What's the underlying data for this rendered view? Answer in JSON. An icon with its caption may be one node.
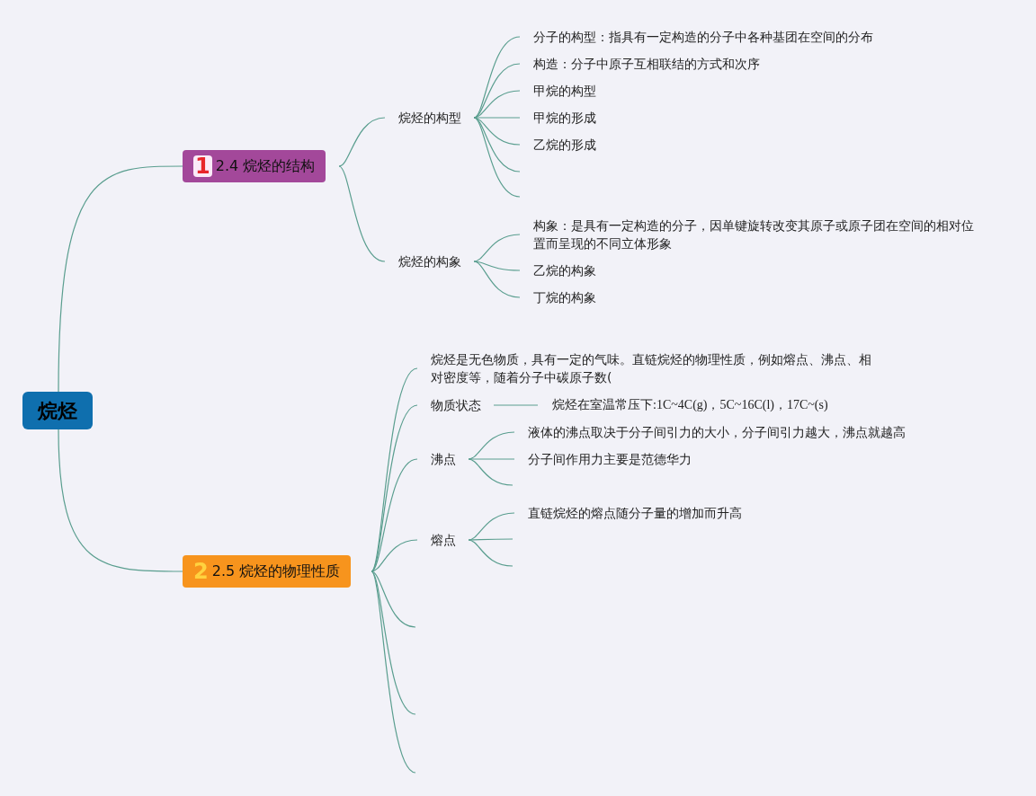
{
  "diagram": {
    "nodes": [
      {
        "text": [
          "烷烃"
        ]
      },
      {
        "text": [
          "1",
          "2.4 烷烃的结构"
        ]
      },
      {
        "text": [
          "烷烃的构型"
        ]
      },
      {
        "text": [
          "分子的构型：指具有一定构造的分子中各种基团在空间的分布"
        ]
      },
      {
        "text": [
          "构造：分子中原子互相联结的方式和次序"
        ]
      },
      {
        "text": [
          "甲烷的构型"
        ]
      },
      {
        "text": [
          "甲烷的形成"
        ]
      },
      {
        "text": [
          "乙烷的形成"
        ]
      },
      {
        "text": [
          "烷烃的构象"
        ]
      },
      {
        "text": [
          "构象：是具有一定构造的分子，因单键旋转改变其原子或原子团在空间的相对位置而呈现的不同立体形象"
        ]
      },
      {
        "text": [
          "乙烷的构象"
        ]
      },
      {
        "text": [
          "丁烷的构象"
        ]
      },
      {
        "text": [
          "2",
          "2.5 烷烃的物理性质"
        ]
      },
      {
        "text": [
          "烷烃是无色物质，具有一定的气味。直链烷烃的物理性质，例如熔点、沸点、相对密度等，随着分子中碳原子数("
        ]
      },
      {
        "text": [
          "物质状态"
        ]
      },
      {
        "text": [
          "烷烃在室温常压下:1C~4C(g)，5C~16C(l)，17C~(s)"
        ]
      },
      {
        "text": [
          "沸点"
        ]
      },
      {
        "text": [
          "液体的沸点取决于分子间引力的大小，分子间引力越大，沸点就越高"
        ]
      },
      {
        "text": [
          "分子间作用力主要是范德华力"
        ]
      },
      {
        "text": [
          "熔点"
        ]
      },
      {
        "text": [
          "直链烷烃的熔点随分子量的增加而升高"
        ]
      }
    ],
    "edges": [
      {
        "from": 0,
        "to": 1,
        "arrow": "none"
      },
      {
        "from": 0,
        "to": 12,
        "arrow": "none"
      },
      {
        "from": 1,
        "to": 2,
        "arrow": "none"
      },
      {
        "from": 1,
        "to": 8,
        "arrow": "none"
      },
      {
        "from": 2,
        "to": 3,
        "arrow": "none"
      },
      {
        "from": 2,
        "to": 4,
        "arrow": "none"
      },
      {
        "from": 2,
        "to": 5,
        "arrow": "none"
      },
      {
        "from": 2,
        "to": 6,
        "arrow": "none"
      },
      {
        "from": 2,
        "to": 7,
        "arrow": "none"
      },
      {
        "from": 2,
        "to": null,
        "arrow": "none"
      },
      {
        "from": 2,
        "to": null,
        "arrow": "none"
      },
      {
        "from": 8,
        "to": 9,
        "arrow": "none"
      },
      {
        "from": 8,
        "to": 10,
        "arrow": "none"
      },
      {
        "from": 8,
        "to": 11,
        "arrow": "none"
      },
      {
        "from": 12,
        "to": 13,
        "arrow": "none"
      },
      {
        "from": 12,
        "to": 14,
        "arrow": "none"
      },
      {
        "from": 12,
        "to": 16,
        "arrow": "none"
      },
      {
        "from": 12,
        "to": 19,
        "arrow": "none"
      },
      {
        "from": 12,
        "to": null,
        "arrow": "none"
      },
      {
        "from": 12,
        "to": null,
        "arrow": "none"
      },
      {
        "from": 12,
        "to": null,
        "arrow": "none"
      },
      {
        "from": 14,
        "to": 15,
        "arrow": "none"
      },
      {
        "from": 16,
        "to": 17,
        "arrow": "none"
      },
      {
        "from": 16,
        "to": 18,
        "arrow": "none"
      },
      {
        "from": 16,
        "to": null,
        "arrow": "none"
      },
      {
        "from": 19,
        "to": 20,
        "arrow": "none"
      },
      {
        "from": 19,
        "to": null,
        "arrow": "none"
      },
      {
        "from": 19,
        "to": null,
        "arrow": "none"
      }
    ]
  }
}
